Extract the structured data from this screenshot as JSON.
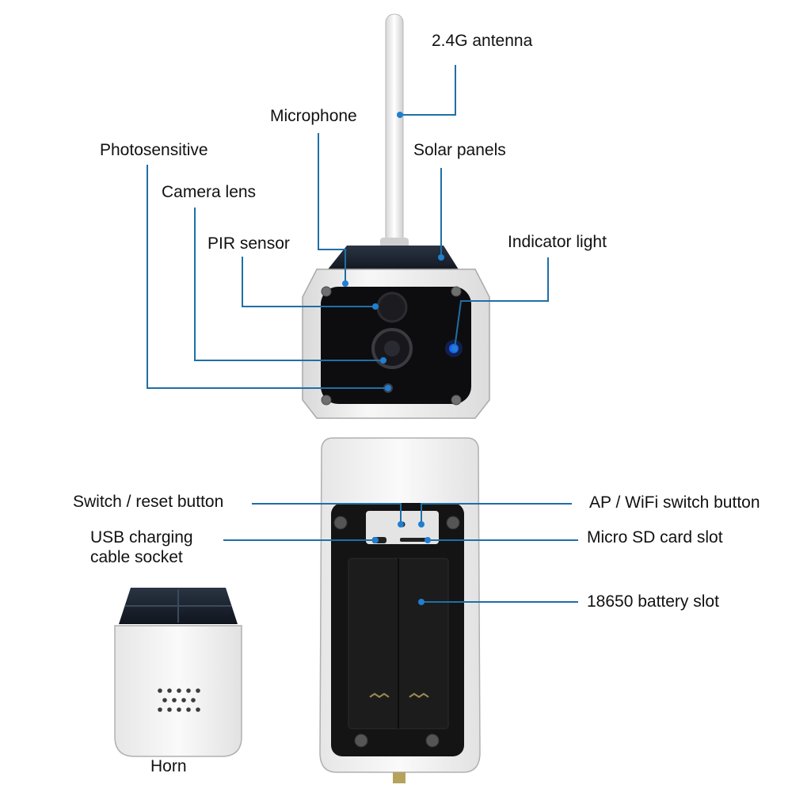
{
  "labels": {
    "antenna": "2.4G antenna",
    "microphone": "Microphone",
    "photosensitive": "Photosensitive",
    "solar_panels": "Solar panels",
    "camera_lens": "Camera lens",
    "pir_sensor": "PIR sensor",
    "indicator_light": "Indicator light",
    "switch_reset": "Switch / reset button",
    "ap_wifi": "AP / WiFi switch button",
    "usb_line1": "USB charging",
    "usb_line2": "cable socket",
    "micro_sd": "Micro SD card slot",
    "battery": "18650 battery slot",
    "horn": "Horn"
  },
  "colors": {
    "callout_line": "#1f6fa6",
    "callout_dot": "#1f7fd0",
    "indicator_led": "#1e5cff",
    "camera_body": "#f1f1f1",
    "camera_face": "#0d0d0f",
    "solar_panel": "#1b2330"
  }
}
